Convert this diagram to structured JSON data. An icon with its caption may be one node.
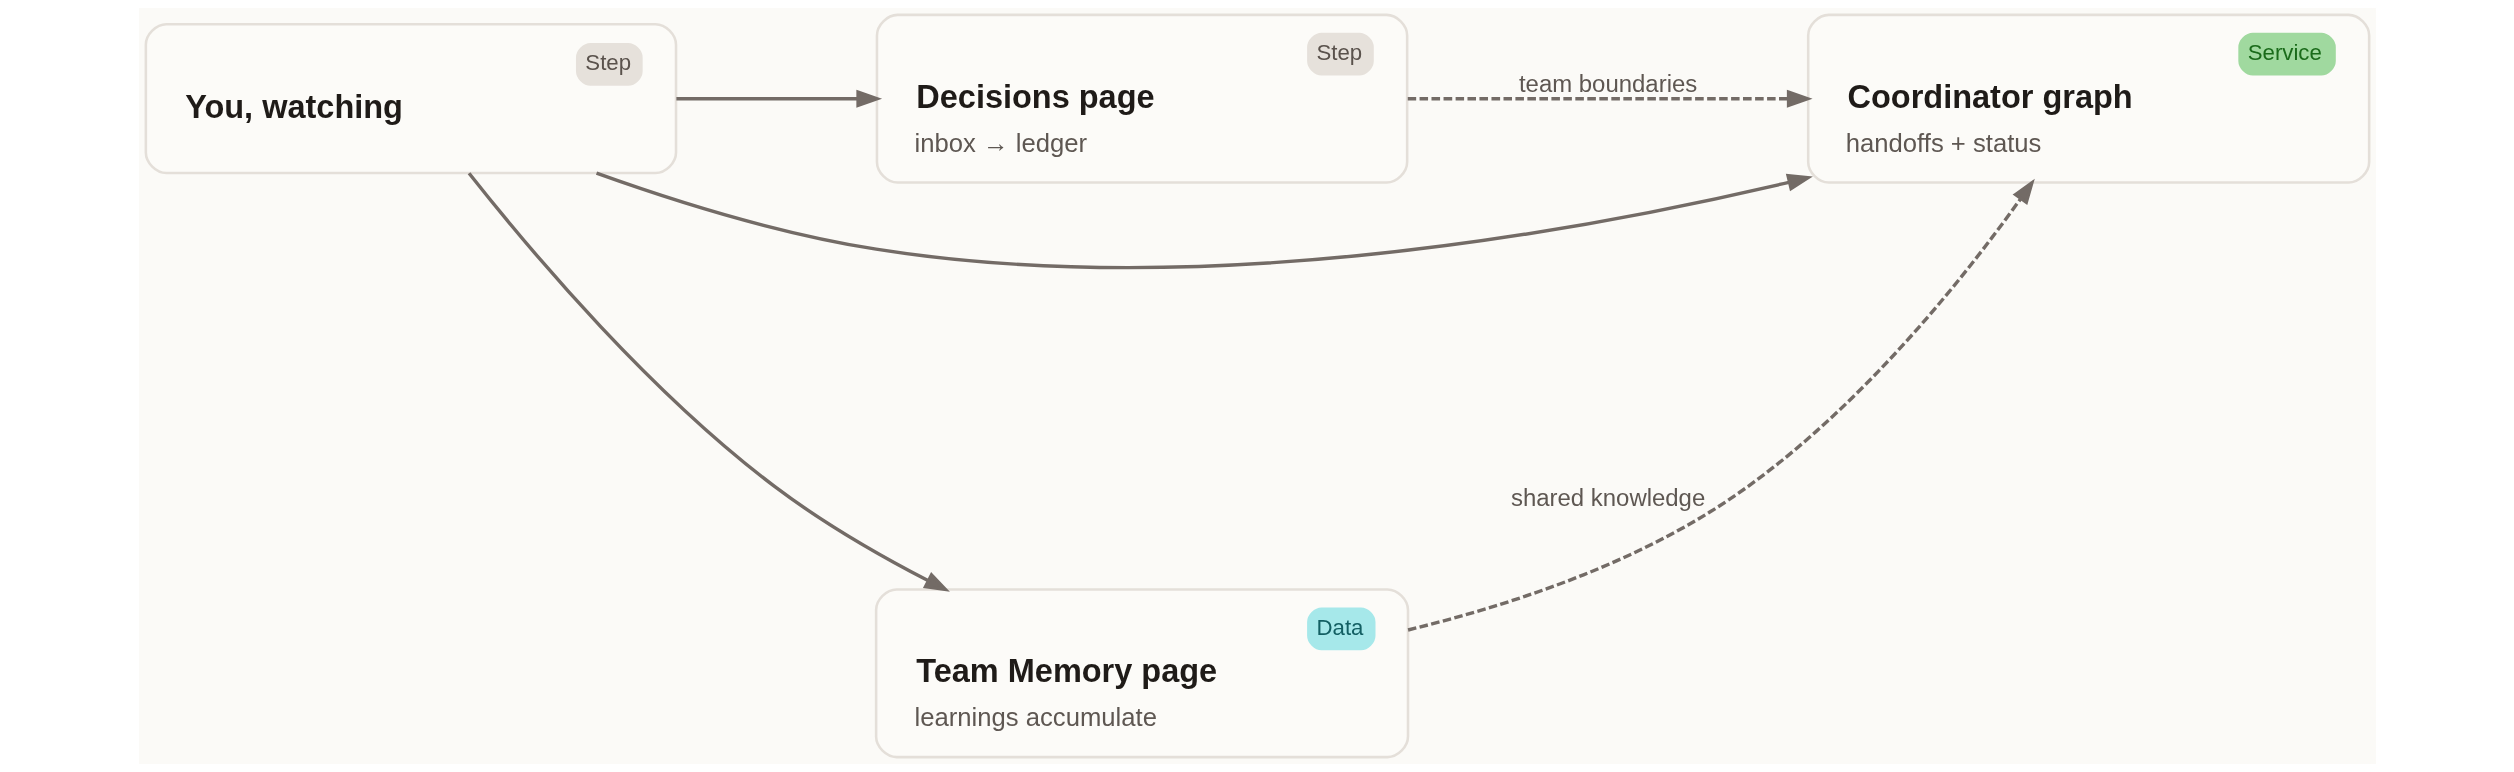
{
  "diagram": {
    "nodes": [
      {
        "text": [
          "Step",
          "You, watching"
        ]
      },
      {
        "text": [
          "Step",
          "Decisions page",
          "inbox → ledger"
        ]
      },
      {
        "text": [
          "Service",
          "Coordinator graph",
          "handoffs + status"
        ]
      },
      {
        "text": [
          "Data",
          "Team Memory page",
          "learnings accumulate"
        ]
      }
    ],
    "edges": [
      {
        "from": 0,
        "to": 1,
        "arrow": "to"
      },
      {
        "from": 0,
        "to": 2,
        "arrow": "to"
      },
      {
        "from": 0,
        "to": 3,
        "arrow": "to"
      },
      {
        "from": 1,
        "to": 2,
        "arrow": "to",
        "label": "team boundaries",
        "style": "dashed"
      },
      {
        "from": 3,
        "to": 2,
        "arrow": "to",
        "label": "shared knowledge",
        "style": "dashed"
      }
    ]
  }
}
